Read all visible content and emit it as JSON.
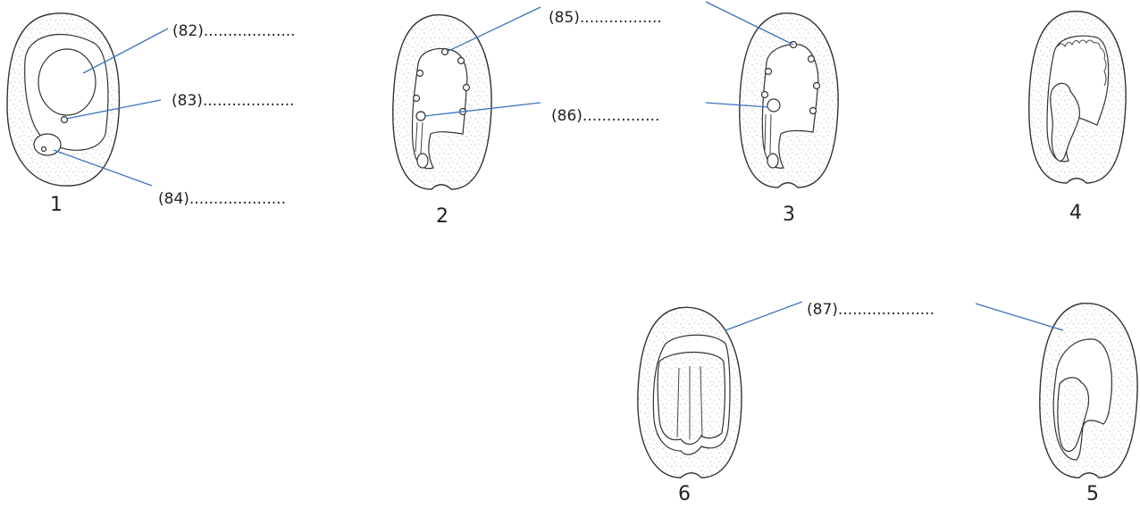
{
  "labels": {
    "l82": "(82)...................",
    "l83": "(83)...................",
    "l84": "(84)....................",
    "l85": "(85).................",
    "l86": "(86)................",
    "l87": "(87)...................."
  },
  "stages": {
    "s1": "1",
    "s2": "2",
    "s3": "3",
    "s4": "4",
    "s5": "5",
    "s6": "6"
  },
  "colors": {
    "leader": "#3b73c0",
    "ink": "#333333"
  }
}
